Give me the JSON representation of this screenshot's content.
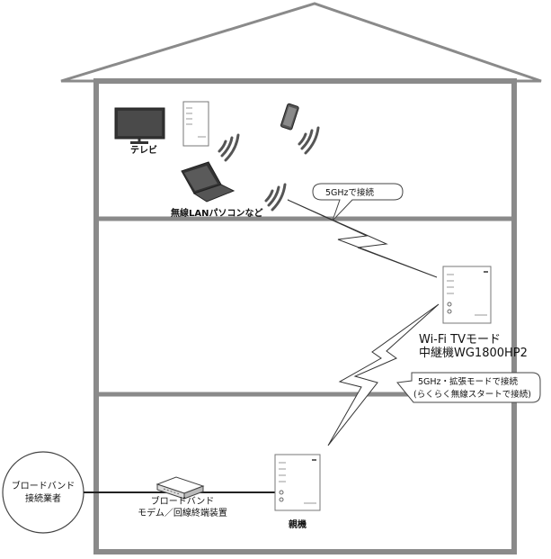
{
  "labels": {
    "tv": "テレビ",
    "wireless_pc": "無線LANパソコンなど",
    "band_5ghz": "5GHzで接続",
    "repeater_line1": "Wi-Fi TVモード",
    "repeater_line2": "中継機WG1800HP2",
    "extend_line1": "5GHz・拡張モードで接続",
    "extend_line2": "(らくらく無線スタートで接続)",
    "isp_line1": "ブロードバンド",
    "isp_line2": "接続業者",
    "modem_line1": "ブロードバンド",
    "modem_line2": "モデム／回線終端装置",
    "parent": "親機"
  },
  "icons": {
    "house": "house-outline-icon",
    "tv": "tv-icon",
    "phone": "smartphone-icon",
    "laptop": "laptop-icon",
    "router": "wifi-router-icon",
    "wifi_waves": "wifi-waves-icon",
    "lightning": "wireless-link-bolt-icon",
    "modem": "modem-icon",
    "isp": "isp-circle-icon"
  },
  "colors": {
    "stroke": "#6b6b6b",
    "wall": "#8a8a8a",
    "line": "#222222",
    "fill": "#ffffff"
  }
}
